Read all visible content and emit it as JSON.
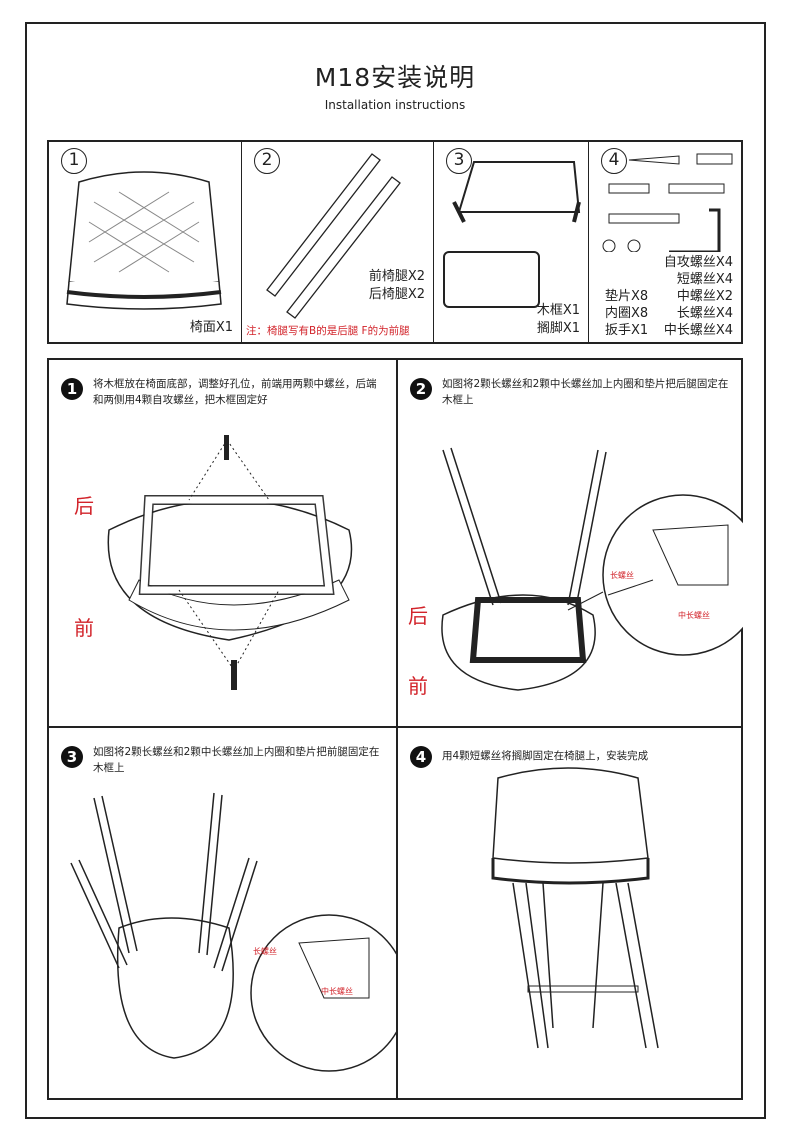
{
  "header": {
    "title": "M18安装说明",
    "subtitle": "Installation instructions"
  },
  "parts": [
    {
      "number": "1",
      "labels": [
        "椅面X1"
      ]
    },
    {
      "number": "2",
      "labels": [
        "前椅腿X2",
        "后椅腿X2"
      ],
      "note": "注：椅腿写有B的是后腿 F的为前腿"
    },
    {
      "number": "3",
      "labels": [
        "木框X1",
        "搁脚X1"
      ]
    },
    {
      "number": "4",
      "left_labels": [
        "垫片X8",
        "内圈X8",
        "扳手X1"
      ],
      "right_labels": [
        "自攻螺丝X4",
        "短螺丝X4",
        "中螺丝X2",
        "长螺丝X4",
        "中长螺丝X4"
      ]
    }
  ],
  "steps": [
    {
      "number": "1",
      "text": "将木框放在椅面底部，调整好孔位，前端用两颗中螺丝，后端和两侧用4颗自攻螺丝，把木框固定好",
      "labels": {
        "back": "后",
        "front": "前"
      }
    },
    {
      "number": "2",
      "text": "如图将2颗长螺丝和2颗中长螺丝加上内圈和垫片把后腿固定在木框上",
      "labels": {
        "back": "后",
        "front": "前",
        "long_screw": "长螺丝",
        "mid_long_screw": "中长螺丝"
      }
    },
    {
      "number": "3",
      "text": "如图将2颗长螺丝和2颗中长螺丝加上内圈和垫片把前腿固定在木框上",
      "labels": {
        "long_screw": "长螺丝",
        "mid_long_screw": "中长螺丝"
      }
    },
    {
      "number": "4",
      "text": "用4颗短螺丝将搁脚固定在椅腿上，安装完成"
    }
  ],
  "colors": {
    "accent_red": "#d2232a",
    "line": "#222222"
  }
}
